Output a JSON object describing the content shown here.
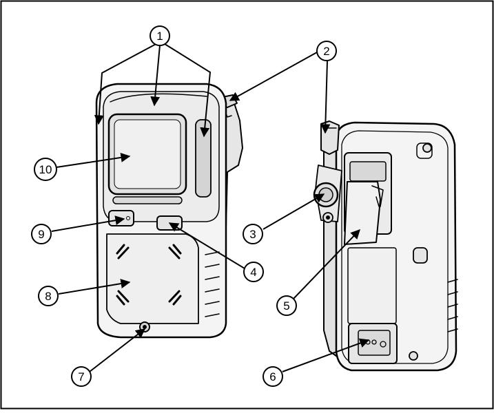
{
  "callouts": [
    {
      "id": "c1",
      "label": "1"
    },
    {
      "id": "c2",
      "label": "2"
    },
    {
      "id": "c3",
      "label": "3"
    },
    {
      "id": "c4",
      "label": "4"
    },
    {
      "id": "c5",
      "label": "5"
    },
    {
      "id": "c6",
      "label": "6"
    },
    {
      "id": "c7",
      "label": "7"
    },
    {
      "id": "c8",
      "label": "8"
    },
    {
      "id": "c9",
      "label": "9"
    },
    {
      "id": "c10",
      "label": "10"
    }
  ],
  "colors": {
    "ink": "#000000",
    "body_fill": "#f4f4f4",
    "screen_fill": "#e2e2e2",
    "shade": "#bdbdbd"
  }
}
